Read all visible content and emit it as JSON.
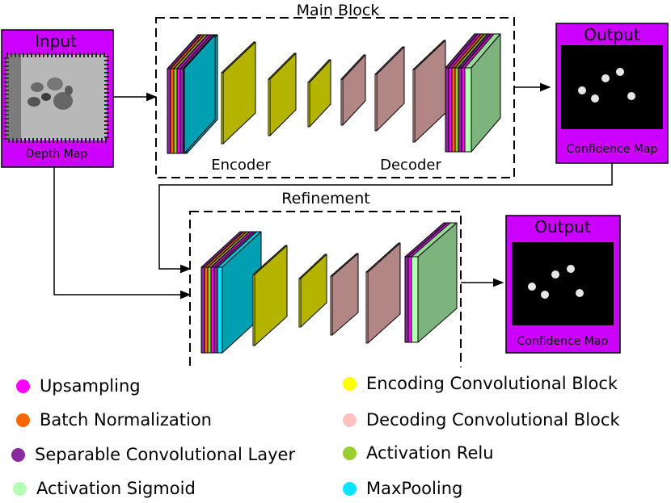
{
  "colors": {
    "magenta_box": "#cc00ff",
    "upsampling": "#ff00ff",
    "batch_norm": "#ff6600",
    "separable": "#8b2a9e",
    "relu": "#9acd32",
    "maxpool": "#00e5ff",
    "encoding": "#ffff00",
    "decoding": "#ffc0c0",
    "sigmoid": "#b3ffb3"
  },
  "labels": {
    "input_title": "Input",
    "input_caption": "Depth Map",
    "main_block": "Main Block",
    "encoder": "Encoder",
    "decoder": "Decoder",
    "output1_title": "Output",
    "output1_caption": "Confidence Map",
    "refinement": "Refinement",
    "output2_title": "Output",
    "output2_caption": "Confidence Map"
  },
  "legend": [
    {
      "label": "Upsampling",
      "color": "#ff00ff",
      "icon": "upsampling-dot-icon"
    },
    {
      "label": "Encoding Convolutional Block",
      "color": "#ffff00",
      "icon": "encoding-dot-icon"
    },
    {
      "label": "Batch Normalization",
      "color": "#ff6600",
      "icon": "batch-norm-dot-icon"
    },
    {
      "label": "Decoding Convolutional Block",
      "color": "#ffc0c0",
      "icon": "decoding-dot-icon"
    },
    {
      "label": "Separable Convolutional Layer",
      "color": "#8b2a9e",
      "icon": "separable-dot-icon"
    },
    {
      "label": "Activation Relu",
      "color": "#9acd32",
      "icon": "relu-dot-icon"
    },
    {
      "label": "Activation Sigmoid",
      "color": "#b3ffb3",
      "icon": "sigmoid-dot-icon"
    },
    {
      "label": "MaxPooling",
      "color": "#00e5ff",
      "icon": "maxpool-dot-icon"
    }
  ]
}
